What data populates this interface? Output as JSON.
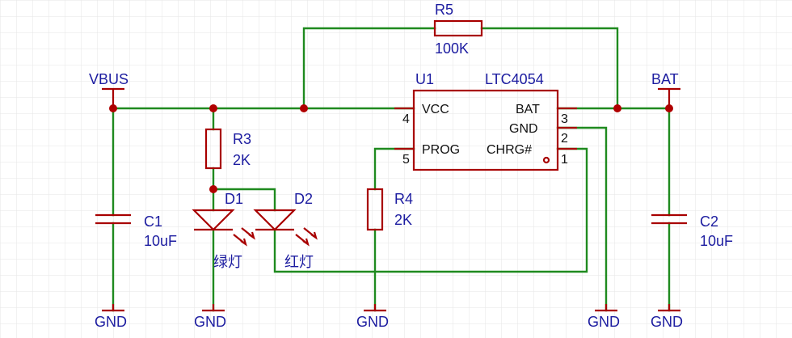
{
  "colors": {
    "wire": "#1f8a1f",
    "component": "#a80000",
    "label": "#1c1ca0",
    "grid": "#e6e6e6",
    "background": "#ffffff"
  },
  "nets": {
    "vbus": "VBUS",
    "bat": "BAT",
    "gnd": "GND"
  },
  "ic": {
    "ref": "U1",
    "part": "LTC4054",
    "pins": [
      {
        "name": "VCC",
        "number": "4"
      },
      {
        "name": "BAT",
        "number": "3"
      },
      {
        "name": "GND",
        "number": "2"
      },
      {
        "name": "PROG",
        "number": "5"
      },
      {
        "name": "CHRG#",
        "number": "1"
      }
    ]
  },
  "resistors": [
    {
      "ref": "R5",
      "value": "100K"
    },
    {
      "ref": "R3",
      "value": "2K"
    },
    {
      "ref": "R4",
      "value": "2K"
    }
  ],
  "capacitors": [
    {
      "ref": "C1",
      "value": "10uF"
    },
    {
      "ref": "C2",
      "value": "10uF"
    }
  ],
  "leds": [
    {
      "ref": "D1",
      "label": "绿灯"
    },
    {
      "ref": "D2",
      "label": "红灯"
    }
  ]
}
